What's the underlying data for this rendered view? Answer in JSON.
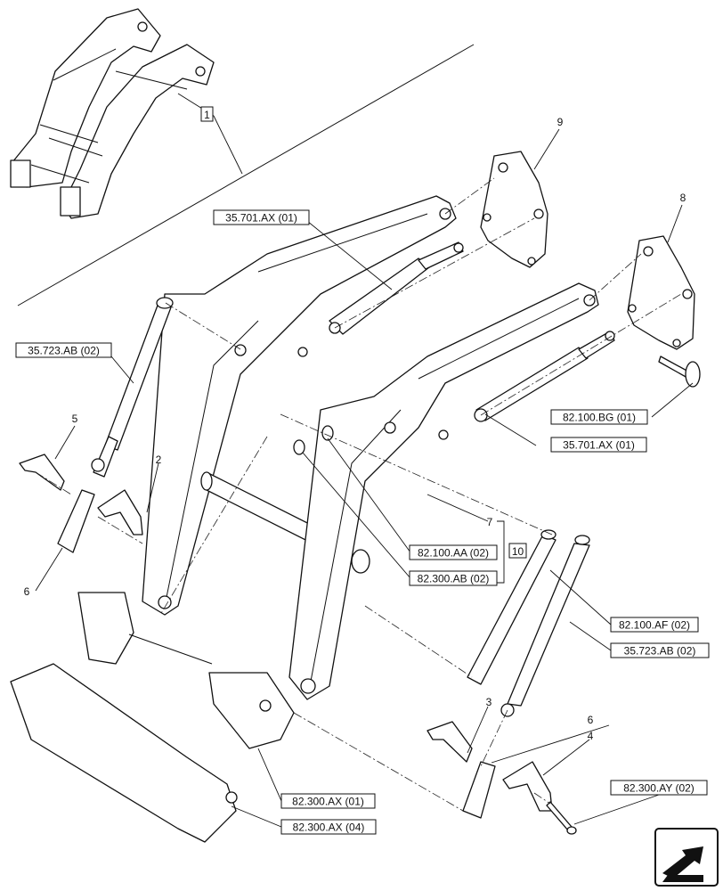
{
  "callouts": {
    "ref_1": "1",
    "ref_2": "2",
    "ref_3": "3",
    "ref_4": "4",
    "ref_5": "5",
    "ref_6a": "6",
    "ref_6b": "6",
    "ref_7": "7",
    "ref_8": "8",
    "ref_9": "9",
    "ref_10": "10"
  },
  "references": {
    "r_35701_top": "35.701.AX (01)",
    "r_35723_left": "35.723.AB (02)",
    "r_82100bg": "82.100.BG (01)",
    "r_35701_right": "35.701.AX (01)",
    "r_82100aa": "82.100.AA (02)",
    "r_82300ab": "82.300.AB (02)",
    "r_82100af": "82.100.AF (02)",
    "r_35723_right": "35.723.AB (02)",
    "r_82300ax01": "82.300.AX (01)",
    "r_82300ax04": "82.300.AX (04)",
    "r_82300ay": "82.300.AY (02)"
  },
  "icons": {
    "nav": "next-page-arrow-icon"
  }
}
